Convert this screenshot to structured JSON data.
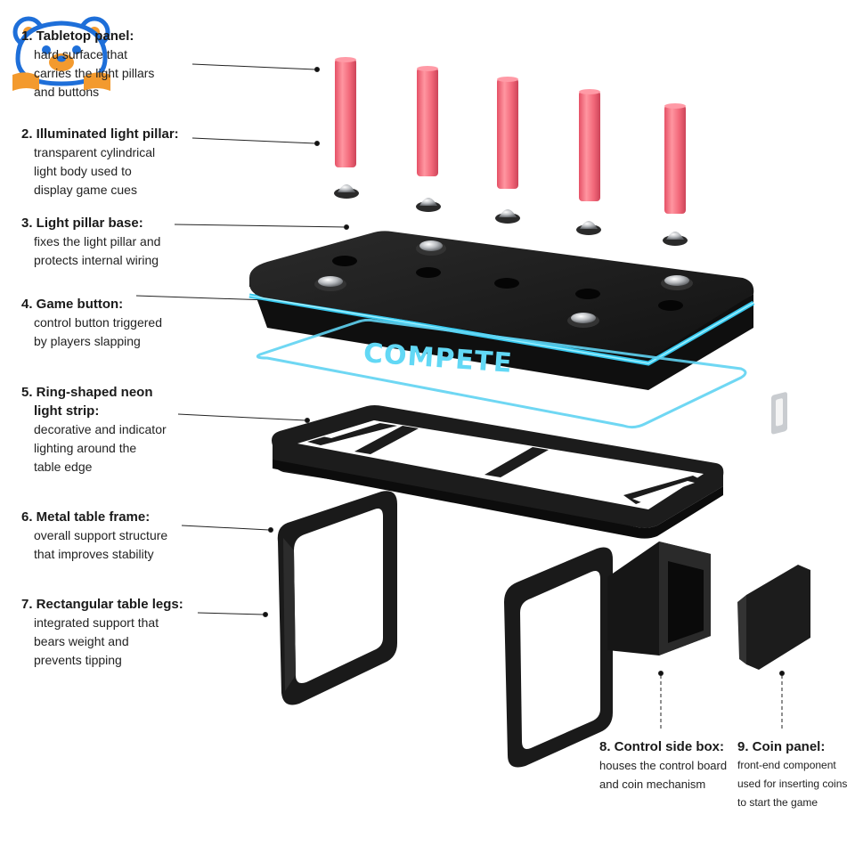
{
  "labels": [
    {
      "id": "tabletop-panel",
      "title": "1. Tabletop panel:",
      "lines": [
        "hard surface that",
        "carries the light pillars",
        "and buttons"
      ]
    },
    {
      "id": "light-pillar",
      "title": "2. Illuminated light pillar:",
      "lines": [
        "transparent cylindrical",
        "light body used to",
        "display game cues"
      ]
    },
    {
      "id": "pillar-base",
      "title": "3. Light pillar base:",
      "lines": [
        "fixes the light pillar and",
        "protects internal wiring"
      ]
    },
    {
      "id": "game-button",
      "title": "4. Game button:",
      "lines": [
        "control button triggered",
        "by players slapping"
      ]
    },
    {
      "id": "neon-strip",
      "title": "5. Ring-shaped neon",
      "title2": "light strip:",
      "lines": [
        "decorative and indicator",
        "lighting around the",
        "table edge"
      ]
    },
    {
      "id": "table-frame",
      "title": "6. Metal table frame:",
      "lines": [
        "overall support structure",
        "that improves stability"
      ]
    },
    {
      "id": "table-legs",
      "title": "7. Rectangular table legs:",
      "lines": [
        "integrated support that",
        "bears weight and",
        "prevents tipping"
      ]
    },
    {
      "id": "side-box",
      "title": "8. Control side box:",
      "lines": [
        "houses the control board",
        "and coin mechanism"
      ]
    },
    {
      "id": "coin-panel",
      "title": "9. Coin panel:",
      "lines": [
        "front-end component",
        "used for inserting coins",
        "to start the game"
      ]
    }
  ],
  "table_text": "COMPETE",
  "colors": {
    "pillar": "#f0566a",
    "neon": "#37c8ee",
    "metal": "#1c1c1c",
    "logo_blue": "#1e6fd9",
    "logo_orange": "#f39a2e"
  },
  "icons": [
    "bear-logo-icon"
  ]
}
